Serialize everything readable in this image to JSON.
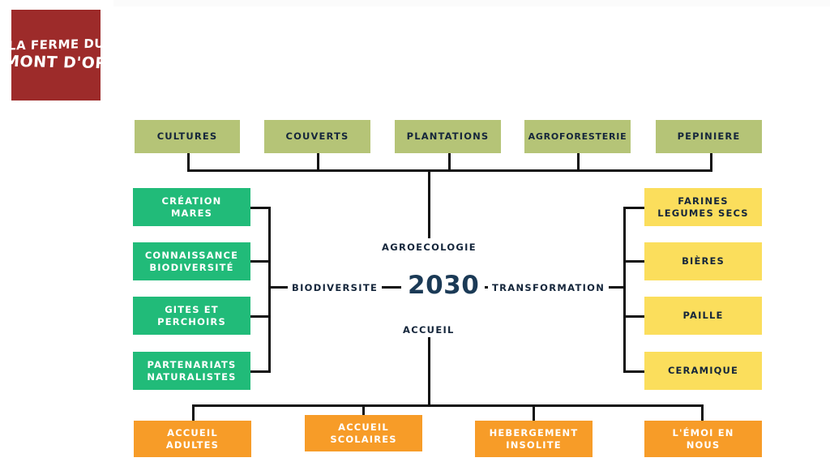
{
  "logo": {
    "name": "la-ferme-du-mont-dor",
    "line1": "La Ferme du",
    "line2": "Mont d'Or",
    "bg_color": "#9D2B2A",
    "text_color": "#FFFFFF"
  },
  "diagram": {
    "title": "Agroecologie 2030",
    "hub": {
      "year": "2030",
      "top_label": "AGROECOLOGIE",
      "left_label": "BIODIVERSITE",
      "right_label": "TRANSFORMATION",
      "bottom_label": "ACCUEIL"
    },
    "colors": {
      "olive": "#B5C477",
      "emerald": "#21BB79",
      "yellow": "#FBDE5C",
      "orange": "#F79C28",
      "navy_text": "#15263B",
      "year_text": "#1B3A56",
      "connector": "#111111"
    },
    "branches": {
      "agroecologie": {
        "label": "AGROECOLOGIE",
        "nodes": [
          {
            "line1": "CULTURES",
            "line2": ""
          },
          {
            "line1": "COUVERTS",
            "line2": ""
          },
          {
            "line1": "PLANTATIONS",
            "line2": ""
          },
          {
            "line1": "AGROFORESTERIE",
            "line2": ""
          },
          {
            "line1": "PEPINIERE",
            "line2": ""
          }
        ]
      },
      "biodiversite": {
        "label": "BIODIVERSITE",
        "nodes": [
          {
            "line1": "CRÉATION",
            "line2": "MARES"
          },
          {
            "line1": "CONNAISSANCE",
            "line2": "BIODIVERSITÉ"
          },
          {
            "line1": "GITES ET",
            "line2": "PERCHOIRS"
          },
          {
            "line1": "PARTENARIATS",
            "line2": "NATURALISTES"
          }
        ]
      },
      "transformation": {
        "label": "TRANSFORMATION",
        "nodes": [
          {
            "line1": "FARINES",
            "line2": "LEGUMES SECS"
          },
          {
            "line1": "BIÈRES",
            "line2": ""
          },
          {
            "line1": "PAILLE",
            "line2": ""
          },
          {
            "line1": "CERAMIQUE",
            "line2": ""
          }
        ]
      },
      "accueil": {
        "label": "ACCUEIL",
        "nodes": [
          {
            "line1": "ACCUEIL",
            "line2": "ADULTES"
          },
          {
            "line1": "ACCUEIL",
            "line2": "SCOLAIRES"
          },
          {
            "line1": "HEBERGEMENT",
            "line2": "INSOLITE"
          },
          {
            "line1": "L'ÉMOI EN",
            "line2": "NOUS"
          }
        ]
      }
    }
  }
}
